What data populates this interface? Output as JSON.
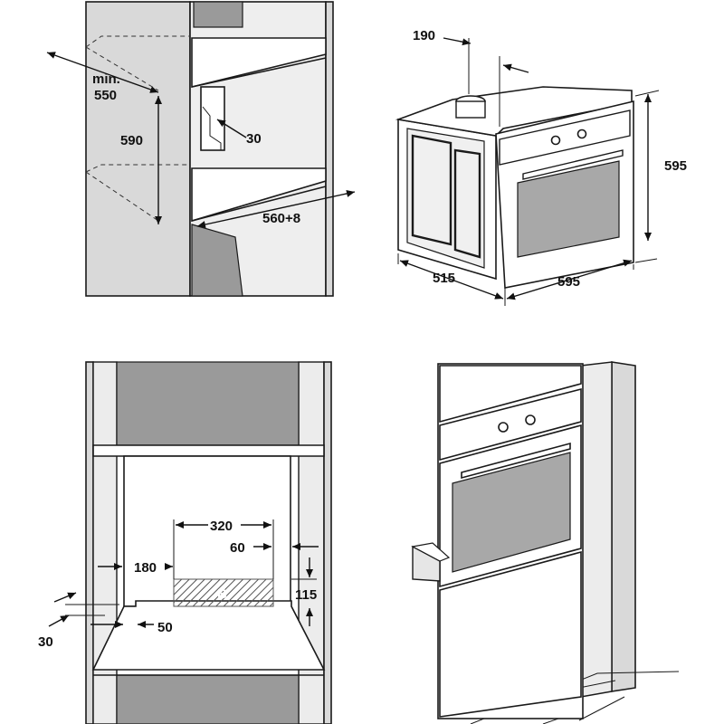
{
  "panels": {
    "niche_side": {
      "min_label": "min.",
      "min_value": "550",
      "height_value": "590",
      "gap_value": "30",
      "width_value": "560+8"
    },
    "oven_dims": {
      "top_value": "190",
      "height_value": "595",
      "depth_value": "515",
      "width_value": "595"
    },
    "niche_front": {
      "width_value": "320",
      "right_value": "60",
      "left_value": "180",
      "height_value": "115",
      "zone_label": "B",
      "bottom_value": "50",
      "edge_value": "30"
    }
  },
  "colors": {
    "wall": "#d9d9d9",
    "dark": "#9a9a9a",
    "line": "#1a1a1a"
  }
}
